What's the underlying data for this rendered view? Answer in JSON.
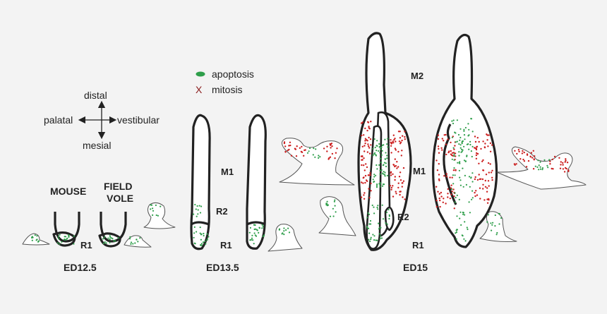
{
  "legend": {
    "apoptosis_label": "apoptosis",
    "mitosis_label": "mitosis",
    "mitosis_symbol": "X",
    "apoptosis_color": "#2e9e4a",
    "mitosis_color": "#cc2020"
  },
  "compass": {
    "top": "distal",
    "bottom": "mesial",
    "left": "palatal",
    "right": "vestibular"
  },
  "stage1": {
    "species_a": "MOUSE",
    "species_b_line1": "FIELD",
    "species_b_line2": "VOLE",
    "region": "R1",
    "stage_label": "ED12.5"
  },
  "stage2": {
    "m1": "M1",
    "r2": "R2",
    "r1": "R1",
    "stage_label": "ED13.5"
  },
  "stage3": {
    "m2": "M2",
    "m1": "M1",
    "r2": "R2",
    "r1": "R1",
    "stage_label": "ED15"
  }
}
